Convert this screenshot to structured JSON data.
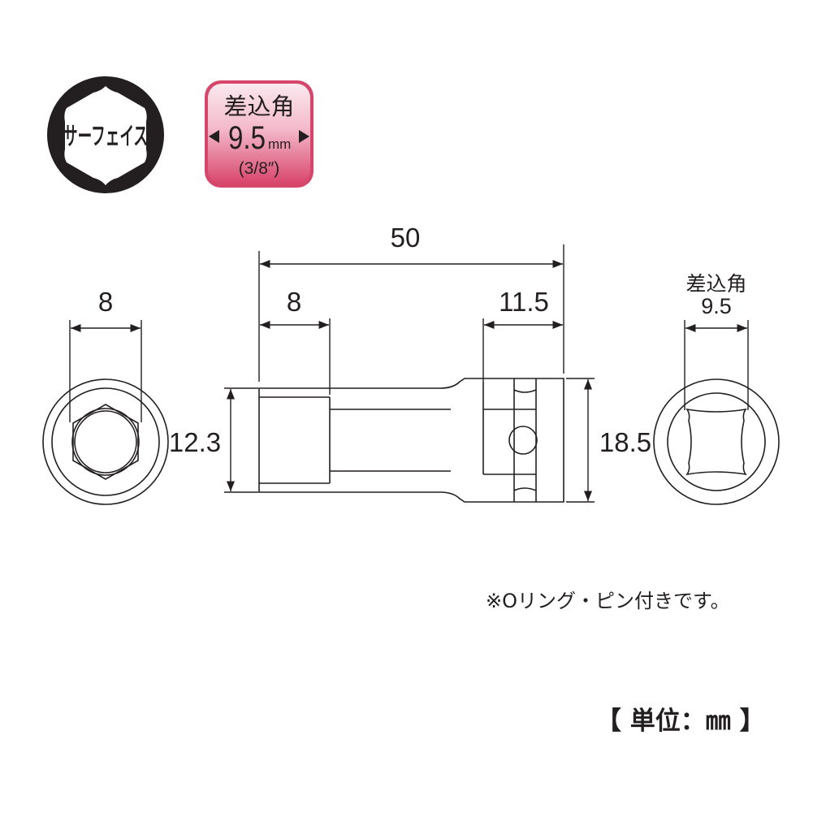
{
  "badges": {
    "surface": {
      "label": "サーフェイス"
    },
    "drive": {
      "title": "差込角",
      "size": "9.5",
      "unit": "mm",
      "inch": "(3/8″)"
    }
  },
  "dimensions": {
    "overall_length": "50",
    "hex_depth": "8",
    "square_depth": "11.5",
    "hex_width": "8",
    "front_diameter": "12.3",
    "rear_diameter": "18.5",
    "drive_label": "差込角",
    "drive_size": "9.5"
  },
  "note": "※Oリング・ピン付きです。",
  "unit_label": "【 単位：㎜ 】",
  "colors": {
    "line": "#231f20",
    "badge_pink_dark": "#d6456a",
    "badge_pink_light": "#f7d7e0"
  }
}
